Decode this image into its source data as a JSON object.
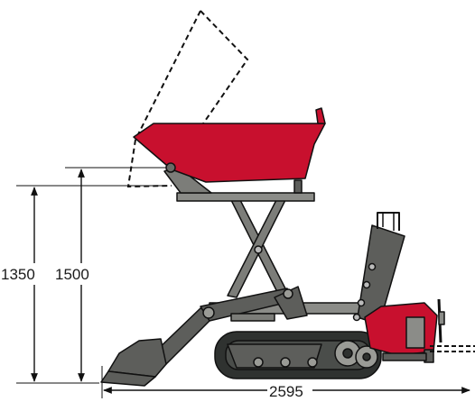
{
  "dimensions": {
    "height_lift": "1350",
    "height_tip": "1500",
    "overall_length": "2595"
  },
  "colors": {
    "hopper_red": "#c8102e",
    "frame_grey": "#5d5e5b",
    "frame_light": "#8b8c88",
    "track_dark": "#2f3230",
    "wheel_grey": "#9a9b96",
    "line": "#111111"
  },
  "icons": {
    "machine": "tracked-mini-dumper-with-scissor-lift"
  }
}
